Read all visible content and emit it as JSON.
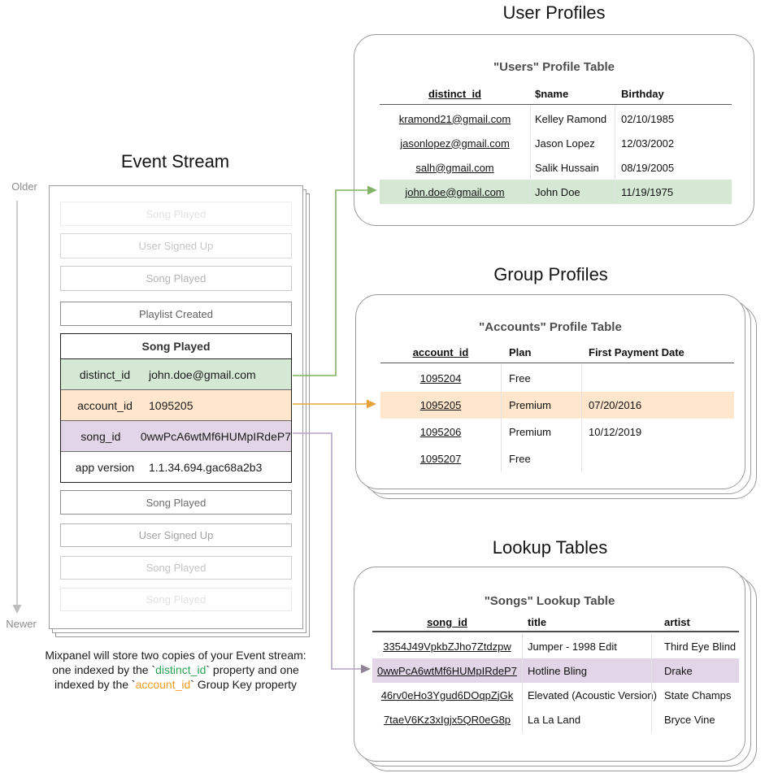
{
  "titles": {
    "event_stream": "Event Stream",
    "user_profiles": "User Profiles",
    "group_profiles": "Group Profiles",
    "lookup_tables": "Lookup Tables"
  },
  "timeline": {
    "older": "Older",
    "newer": "Newer"
  },
  "event_stream": {
    "events_before": [
      {
        "label": "Song Played"
      },
      {
        "label": "User Signed Up"
      },
      {
        "label": "Song Played"
      },
      {
        "label": "Playlist Created"
      }
    ],
    "detail_event": {
      "title": "Song Played",
      "properties": [
        {
          "key": "distinct_id",
          "value": "john.doe@gmail.com",
          "highlight": "green"
        },
        {
          "key": "account_id",
          "value": "1095205",
          "highlight": "orange"
        },
        {
          "key": "song_id",
          "value": "0wwPcA6wtMf6HUMpIRdeP7",
          "highlight": "purple"
        },
        {
          "key": "app version",
          "value": "1.1.34.694.gac68a2b3",
          "highlight": "none"
        }
      ]
    },
    "events_after": [
      {
        "label": "Song Played"
      },
      {
        "label": "User Signed Up"
      },
      {
        "label": "Song Played"
      },
      {
        "label": "Song Played"
      }
    ]
  },
  "users_table": {
    "heading": "\"Users\" Profile Table",
    "columns": [
      "distinct_id",
      "$name",
      "Birthday"
    ],
    "rows": [
      [
        "kramond21@gmail.com",
        "Kelley Ramond",
        "02/10/1985"
      ],
      [
        "jasonlopez@gmail.com",
        "Jason Lopez",
        "12/03/2002"
      ],
      [
        "salh@gmail.com",
        "Salik Hussain",
        "08/19/2005"
      ],
      [
        "john.doe@gmail.com",
        "John Doe",
        "11/19/1975"
      ]
    ],
    "highlighted_row_index": 3
  },
  "accounts_table": {
    "heading": "\"Accounts\" Profile Table",
    "columns": [
      "account_id",
      "Plan",
      "First Payment Date"
    ],
    "rows": [
      [
        "1095204",
        "Free",
        ""
      ],
      [
        "1095205",
        "Premium",
        "07/20/2016"
      ],
      [
        "1095206",
        "Premium",
        "10/12/2019"
      ],
      [
        "1095207",
        "Free",
        ""
      ]
    ],
    "highlighted_row_index": 1
  },
  "songs_table": {
    "heading": "\"Songs\" Lookup Table",
    "columns": [
      "song_id",
      "title",
      "artist"
    ],
    "rows": [
      [
        "3354J49VpkbZJho7Ztdzpw",
        "Jumper - 1998 Edit",
        "Third Eye Blind"
      ],
      [
        "0wwPcA6wtMf6HUMpIRdeP7",
        "Hotline Bling",
        "Drake"
      ],
      [
        "46rv0eHo3Ygud6DOqpZjGk",
        "Elevated (Acoustic Version)",
        "State Champs"
      ],
      [
        "7taeV6Kz3xIgjx5QR0eG8p",
        "La La Land",
        "Bryce Vine"
      ]
    ],
    "highlighted_row_index": 1
  },
  "caption": {
    "line1": "Mixpanel will store two copies of your Event stream:",
    "line2_pre": "one indexed by the `",
    "line2_code": "distinct_id",
    "line2_post": "` property and one",
    "line3_pre": "indexed by the `",
    "line3_code": "account_id",
    "line3_post": "` Group Key property"
  },
  "colors": {
    "highlight_green": "#d5e8d4",
    "highlight_orange": "#ffe6cc",
    "highlight_purple": "#e1d5e7",
    "arrow_green": "#82b366",
    "arrow_orange": "#e8a33d",
    "arrow_purple": "#b3a4c4",
    "caption_green": "#29a352",
    "caption_orange": "#f59b23",
    "border_gray": "#9a9a9a"
  }
}
